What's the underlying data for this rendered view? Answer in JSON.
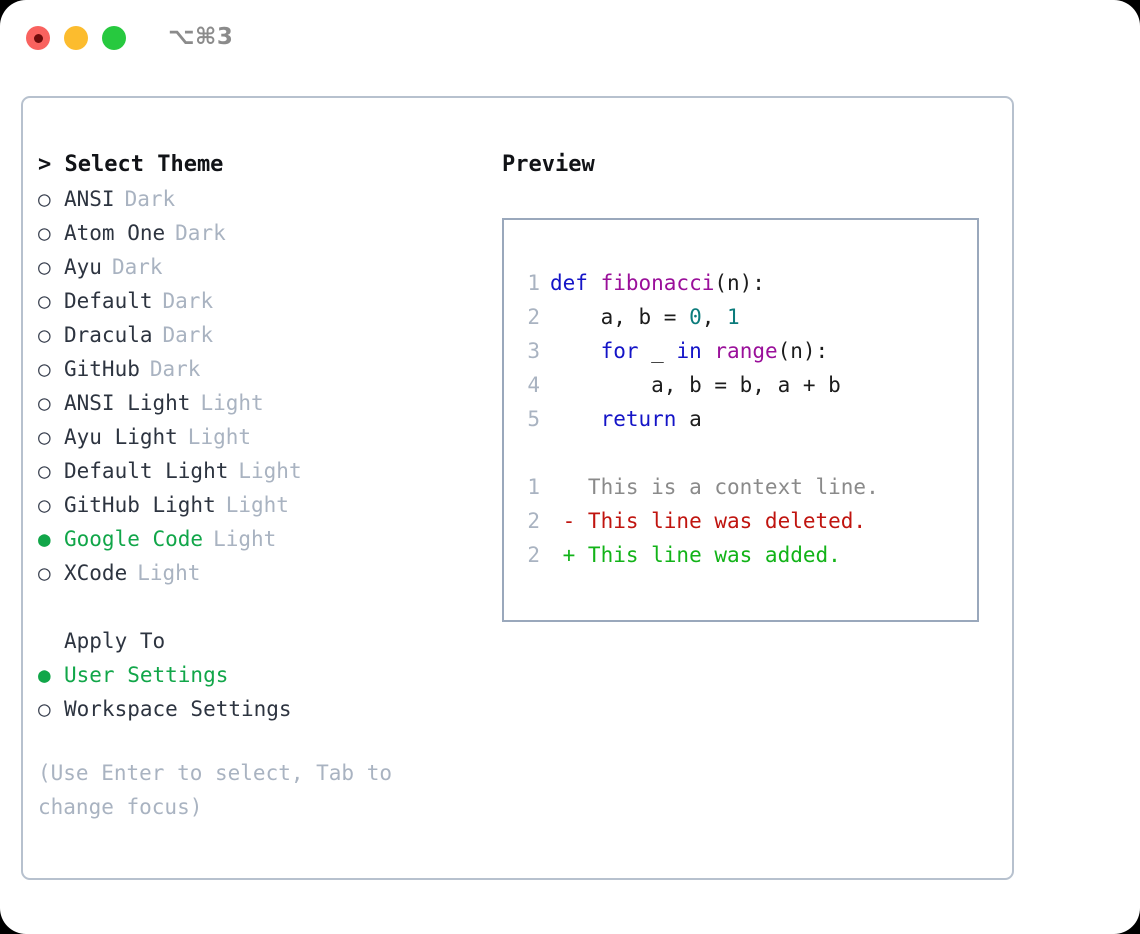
{
  "titlebar": {
    "shortcut": "⌥⌘3",
    "buttons": [
      {
        "name": "close",
        "color": "#f9625f"
      },
      {
        "name": "minimize",
        "color": "#fcbc2e"
      },
      {
        "name": "zoom",
        "color": "#27c93f"
      }
    ]
  },
  "theme_panel": {
    "heading": "> Select Theme",
    "items": [
      {
        "marker": "○",
        "label": "ANSI",
        "variant": "Dark",
        "selected": false
      },
      {
        "marker": "○",
        "label": "Atom One",
        "variant": "Dark",
        "selected": false
      },
      {
        "marker": "○",
        "label": "Ayu",
        "variant": "Dark",
        "selected": false
      },
      {
        "marker": "○",
        "label": "Default",
        "variant": "Dark",
        "selected": false
      },
      {
        "marker": "○",
        "label": "Dracula",
        "variant": "Dark",
        "selected": false
      },
      {
        "marker": "○",
        "label": "GitHub",
        "variant": "Dark",
        "selected": false
      },
      {
        "marker": "○",
        "label": "ANSI Light",
        "variant": "Light",
        "selected": false
      },
      {
        "marker": "○",
        "label": "Ayu Light",
        "variant": "Light",
        "selected": false
      },
      {
        "marker": "○",
        "label": "Default Light",
        "variant": "Light",
        "selected": false
      },
      {
        "marker": "○",
        "label": "GitHub Light",
        "variant": "Light",
        "selected": false
      },
      {
        "marker": "●",
        "label": "Google Code",
        "variant": "Light",
        "selected": true
      },
      {
        "marker": "○",
        "label": "XCode",
        "variant": "Light",
        "selected": false
      }
    ]
  },
  "apply_to": {
    "heading": "Apply To",
    "items": [
      {
        "marker": "●",
        "label": "User Settings",
        "selected": true
      },
      {
        "marker": "○",
        "label": "Workspace Settings",
        "selected": false
      }
    ]
  },
  "hint": "(Use Enter to select, Tab to change focus)",
  "preview": {
    "heading": "Preview",
    "code_lines": [
      {
        "lineno": "1",
        "tokens": [
          {
            "t": "def ",
            "c": "kw"
          },
          {
            "t": "fibonacci",
            "c": "fn"
          },
          {
            "t": "(n):",
            "c": "pl"
          }
        ]
      },
      {
        "lineno": "2",
        "tokens": [
          {
            "t": "    a, b = ",
            "c": "pl"
          },
          {
            "t": "0",
            "c": "num"
          },
          {
            "t": ", ",
            "c": "pl"
          },
          {
            "t": "1",
            "c": "num"
          }
        ]
      },
      {
        "lineno": "3",
        "tokens": [
          {
            "t": "    ",
            "c": "pl"
          },
          {
            "t": "for",
            "c": "kw"
          },
          {
            "t": " _ ",
            "c": "pl"
          },
          {
            "t": "in",
            "c": "kw"
          },
          {
            "t": " ",
            "c": "pl"
          },
          {
            "t": "range",
            "c": "fn"
          },
          {
            "t": "(n):",
            "c": "pl"
          }
        ]
      },
      {
        "lineno": "4",
        "tokens": [
          {
            "t": "        a, b = b, a + b",
            "c": "pl"
          }
        ]
      },
      {
        "lineno": "5",
        "tokens": [
          {
            "t": "    ",
            "c": "pl"
          },
          {
            "t": "return",
            "c": "kw"
          },
          {
            "t": " a",
            "c": "pl"
          }
        ]
      }
    ],
    "diff_lines": [
      {
        "lineno": "1",
        "tokens": [
          {
            "t": "   This is a context line.",
            "c": "ctx"
          }
        ]
      },
      {
        "lineno": "2",
        "tokens": [
          {
            "t": " - This line was deleted.",
            "c": "del"
          }
        ]
      },
      {
        "lineno": "2",
        "tokens": [
          {
            "t": " + This line was added.",
            "c": "add"
          }
        ]
      }
    ]
  }
}
